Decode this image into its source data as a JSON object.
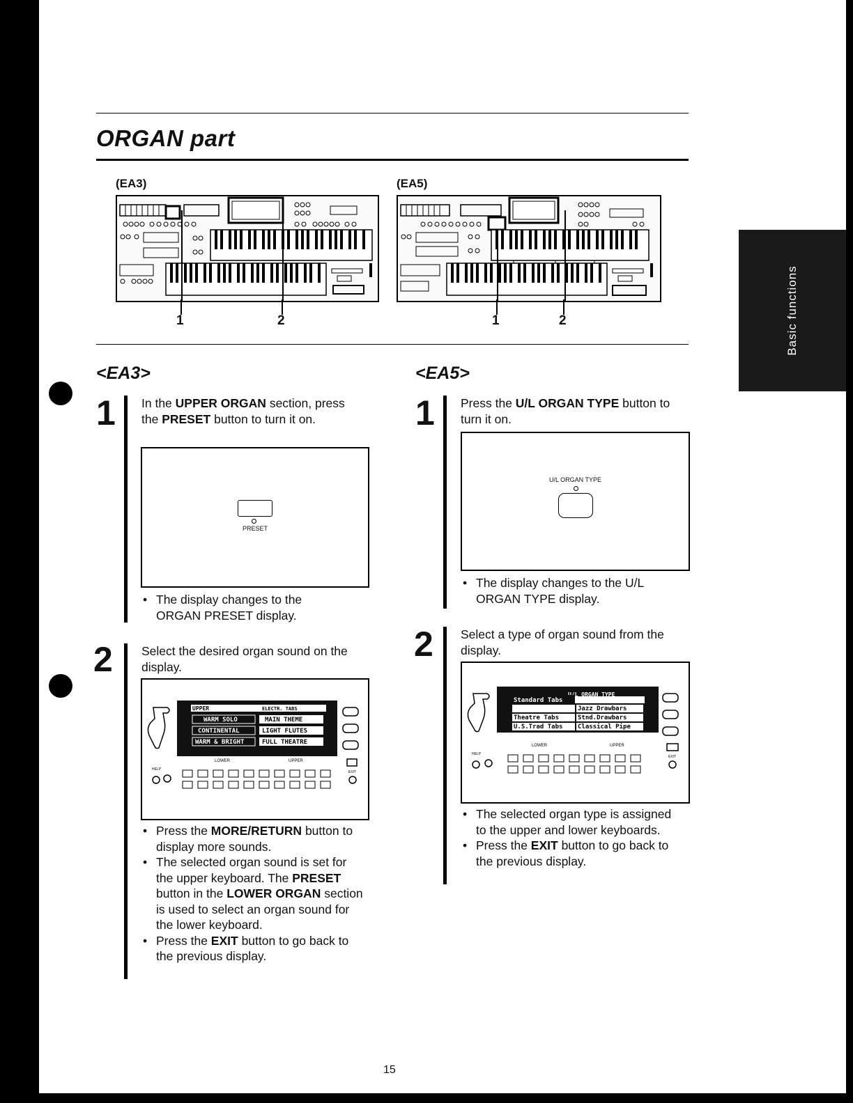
{
  "page": {
    "title": "ORGAN part",
    "side_tab": "Basic functions",
    "page_number": "15"
  },
  "figures": {
    "ea3_label": "(EA3)",
    "ea5_label": "(EA5)",
    "ea3_callouts": [
      "1",
      "2"
    ],
    "ea5_callouts": [
      "1",
      "2"
    ]
  },
  "ea3": {
    "heading": "<EA3>",
    "step1": {
      "number": "1",
      "text_a": "In the ",
      "text_b": "UPPER ORGAN",
      "text_c": " section, press the ",
      "text_d": "PRESET",
      "text_e": " button to turn it on.",
      "button_label": "PRESET",
      "bullets": [
        "The display changes to the ORGAN PRESET display."
      ]
    },
    "step2": {
      "number": "2",
      "text": "Select the desired organ sound on the display.",
      "lcd_header": "UPPER",
      "lcd_header_right": "ELECTR. TABS",
      "lcd_items": [
        "WARM SOLO",
        "MAIN THEME",
        "CONTINENTAL",
        "LIGHT FLUTES",
        "WARM & BRIGHT",
        "FULL THEATRE"
      ],
      "panel_labels": {
        "lower": "LOWER",
        "upper": "UPPER",
        "help": "HELP",
        "exit": "EXIT"
      },
      "bullet1_a": "Press the ",
      "bullet1_b": "MORE/RETURN",
      "bullet1_c": " button to display more sounds.",
      "bullet2_a": "The selected organ sound is set for the upper keyboard. The ",
      "bullet2_b": "PRESET",
      "bullet2_c": " button in the ",
      "bullet2_d": "LOWER ORGAN",
      "bullet2_e": " section is used to select an organ sound for the lower keyboard.",
      "bullet3_a": "Press the ",
      "bullet3_b": "EXIT",
      "bullet3_c": " button to go back to the previous display."
    }
  },
  "ea5": {
    "heading": "<EA5>",
    "step1": {
      "number": "1",
      "text_a": "Press the ",
      "text_b": "U/L ORGAN TYPE",
      "text_c": " button to turn it on.",
      "button_label": "U/L ORGAN TYPE",
      "bullets": [
        "The display changes to the U/L ORGAN TYPE display."
      ]
    },
    "step2": {
      "number": "2",
      "text": "Select a type of organ sound from the display.",
      "lcd_header": "U/L ORGAN TYPE",
      "lcd_items": [
        "Standard Tabs",
        "Jazz Drawbars",
        "Theatre Tabs",
        "Stnd.Drawbars",
        "U.S.Trad Tabs",
        "Classical Pipe"
      ],
      "panel_labels": {
        "lower": "LOWER",
        "upper": "UPPER",
        "help": "HELP",
        "exit": "EXIT"
      },
      "bullet1": "The selected organ type is assigned to the upper and lower keyboards.",
      "bullet2_a": "Press the ",
      "bullet2_b": "EXIT",
      "bullet2_c": " button to go back to the previous display."
    }
  }
}
